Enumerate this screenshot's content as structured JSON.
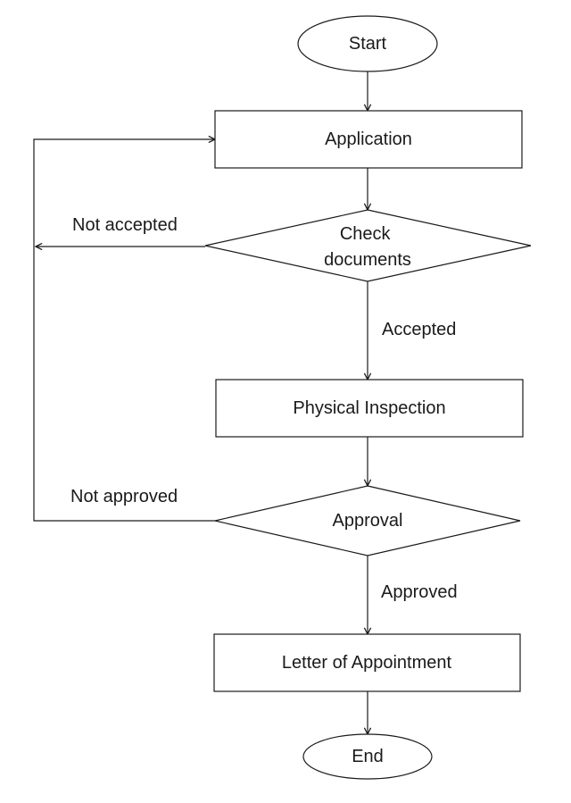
{
  "flowchart": {
    "nodes": {
      "start": "Start",
      "application": "Application",
      "check_documents": [
        "Check",
        "documents"
      ],
      "physical_inspection": "Physical Inspection",
      "approval": "Approval",
      "letter_of_appointment": "Letter of Appointment",
      "end": "End"
    },
    "edge_labels": {
      "not_accepted": "Not accepted",
      "accepted": "Accepted",
      "not_approved": "Not approved",
      "approved": "Approved"
    }
  }
}
